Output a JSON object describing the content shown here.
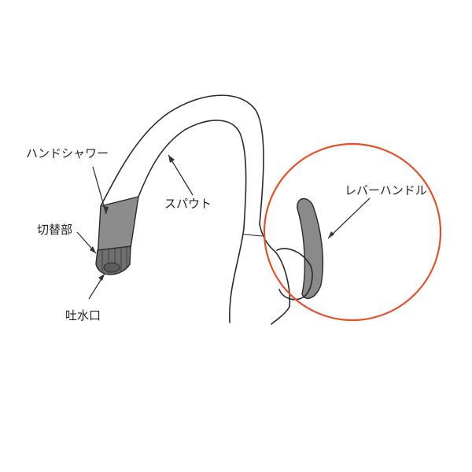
{
  "labels": {
    "hand_shower": "ハンドシャワー",
    "switch_part": "切替部",
    "spout": "スパウト",
    "spout_outlet": "吐水口",
    "lever_handle": "レバーハンドル"
  },
  "colors": {
    "highlight_circle": "#e8502a",
    "shower_head": "#8c8c8c",
    "switch_ring": "#6f6f6f",
    "lever": "#8a8a8a"
  }
}
